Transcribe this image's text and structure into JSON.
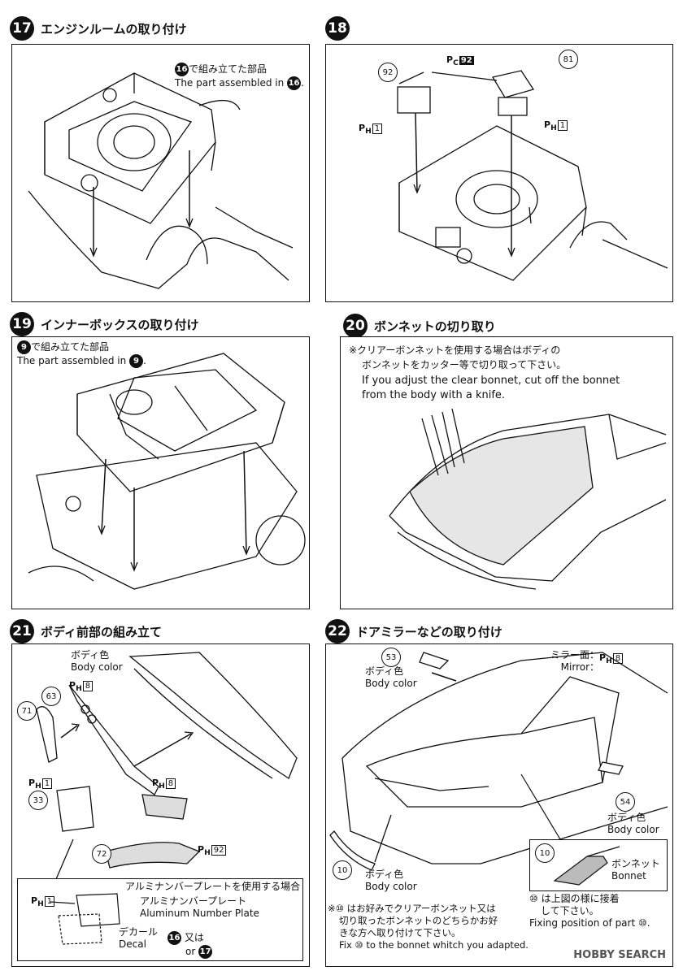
{
  "steps": [
    {
      "num": "17",
      "title": "エンジンルームの取り付け"
    },
    {
      "num": "18",
      "title": ""
    },
    {
      "num": "19",
      "title": "インナーボックスの取り付け"
    },
    {
      "num": "20",
      "title": "ボンネットの切り取り"
    },
    {
      "num": "21",
      "title": "ボディ前部の組み立て"
    },
    {
      "num": "22",
      "title": "ドアミラーなどの取り付け"
    }
  ],
  "s17": {
    "ref_num": "16",
    "note_jp": "で組み立てた部品",
    "note_en": "The part assembled in"
  },
  "s18": {
    "p92": "92",
    "p81": "81",
    "pc": "P",
    "pc_sub": "C",
    "pc_box": "92",
    "ph": "P",
    "ph_sub": "H",
    "ph_box": "1"
  },
  "s19": {
    "ref_num": "9",
    "note_jp": "で組み立てた部品",
    "note_en": "The part assembled in"
  },
  "s20": {
    "line1": "※クリアーボンネットを使用する場合はボディの",
    "line2": "ボンネットをカッター等で切り取って下さい。",
    "line3": "If you adjust the clear bonnet, cut off the bonnet",
    "line4": "from the body with a knife."
  },
  "s21": {
    "body_color_jp": "ボディ色",
    "body_color_en": "Body color",
    "p63": "63",
    "p71": "71",
    "p33": "33",
    "p72": "72",
    "ph": "P",
    "ph_sub": "H",
    "box8": "8",
    "box1": "1",
    "box92": "92",
    "inset_title": "アルミナンバープレートを使用する場合",
    "plate_jp": "アルミナンバープレート",
    "plate_en": "Aluminum Number Plate",
    "decal_jp": "デカール",
    "decal_en": "Decal",
    "or_jp": "又は",
    "or_en": "or",
    "decal_n1": "16",
    "decal_n2": "17"
  },
  "s22": {
    "p53": "53",
    "p54": "54",
    "p10": "10",
    "body_color_jp": "ボディ色",
    "body_color_en": "Body color",
    "mirror_jp": "ミラー面：",
    "mirror_en": "Mirror：",
    "ph": "P",
    "ph_sub": "H",
    "box8": "8",
    "bonnet_jp": "ボンネット",
    "bonnet_en": "Bonnet",
    "note1": "※⑩ はお好みでクリアーボンネット又は",
    "note2": "切り取ったボンネットのどちらかお好",
    "note3": "きな方へ取り付けて下さい。",
    "note4": "Fix ⑩ to the bonnet whitch you adapted.",
    "fix1": "⑩ は上図の様に接着",
    "fix2": "して下さい。",
    "fix3": "Fixing position of part ⑩."
  },
  "watermark": "HOBBY SEARCH"
}
